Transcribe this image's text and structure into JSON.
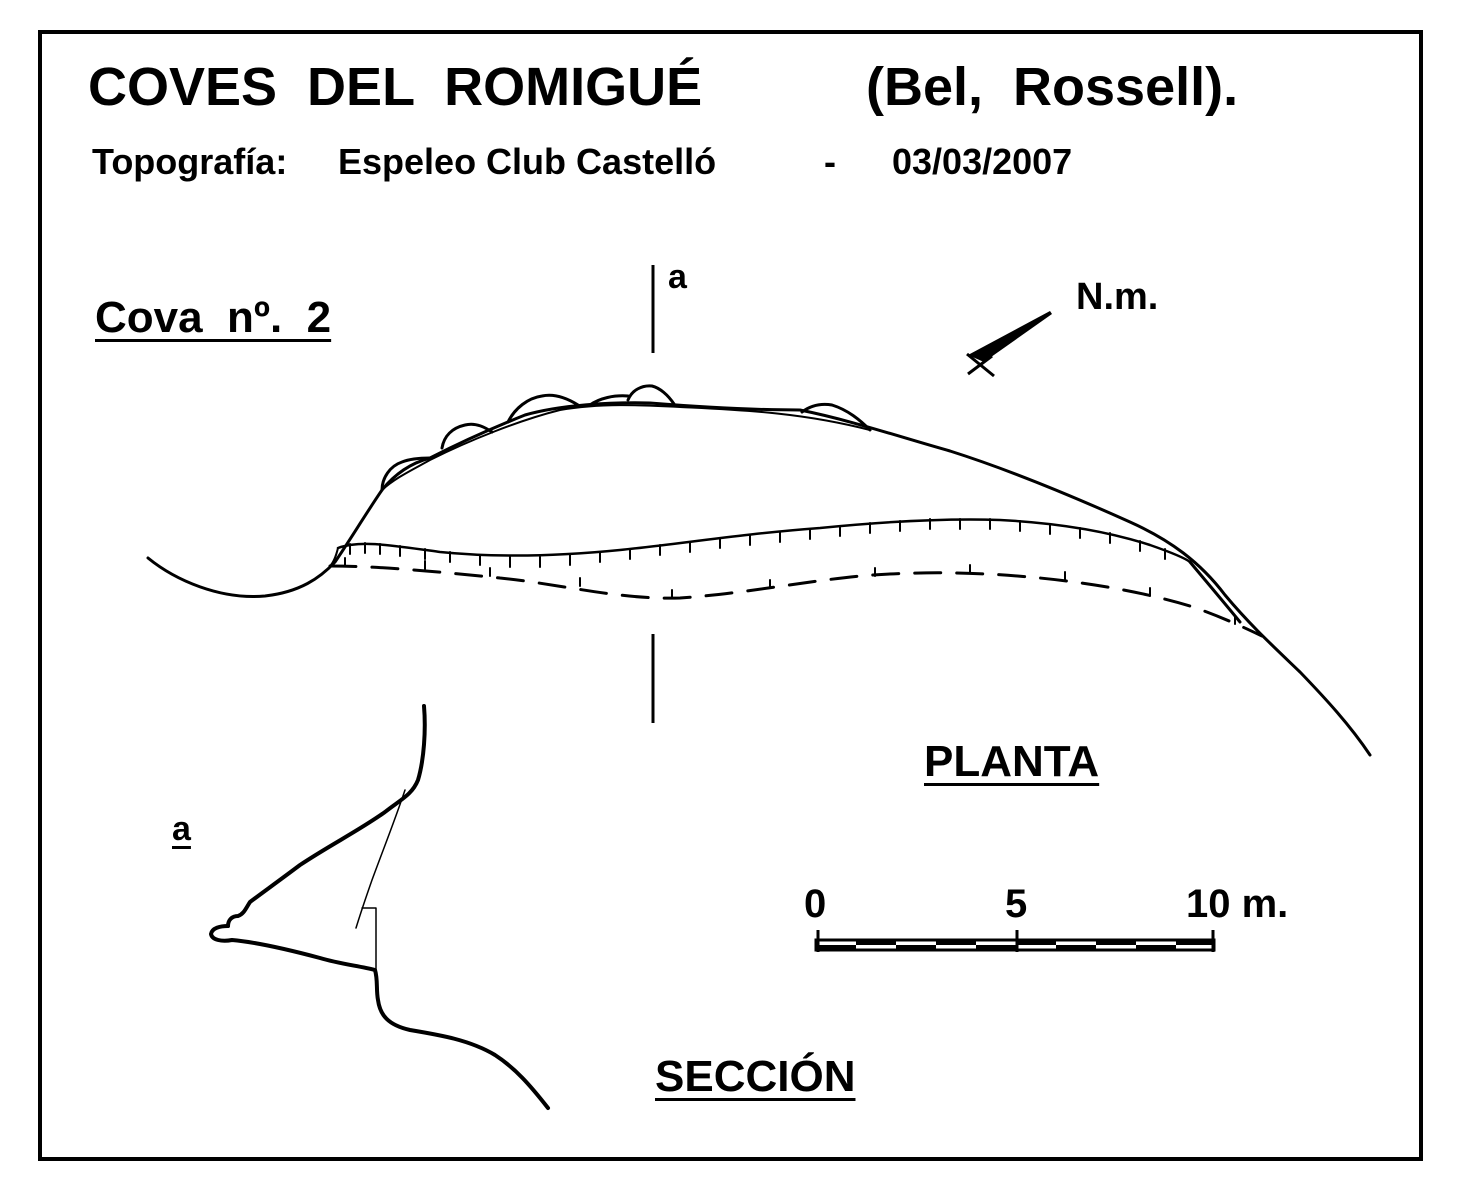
{
  "title": {
    "main": "COVES  DEL  ROMIGUÉ",
    "location": "(Bel,  Rossell)."
  },
  "survey": {
    "label": "Topografía:",
    "club": "Espeleo Club Castelló",
    "separator": "-",
    "date": "03/03/2007"
  },
  "cave_number": "Cova  nº.  2",
  "section_marker": "a",
  "north_label": "N.m.",
  "views": {
    "plan": "PLANTA",
    "section": "SECCIÓN"
  },
  "scale": {
    "labels": [
      "0",
      "5",
      "10 m."
    ]
  },
  "icons": {
    "north": "north-arrow-icon"
  },
  "colors": {
    "ink": "#000000",
    "paper": "#ffffff"
  }
}
